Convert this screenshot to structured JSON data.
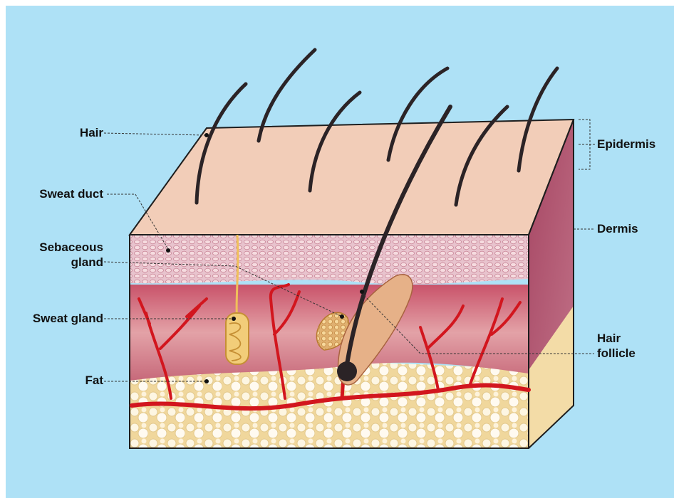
{
  "colors": {
    "background": "#aee1f6",
    "epidermis": "#f1cdb9",
    "dermis": "#d98d96",
    "dermis_dark": "#b84e66",
    "fat": "#f5e3b6",
    "blood_vessel": "#d2161e",
    "hair": "#2b2326",
    "sweat_gland": "#f2cd79"
  },
  "labels": {
    "hair": "Hair",
    "sweat_duct": "Sweat duct",
    "sebaceous_line1": "Sebaceous",
    "sebaceous_line2": "gland",
    "sweat_gland": "Sweat gland",
    "fat": "Fat",
    "epidermis": "Epidermis",
    "dermis": "Dermis",
    "hair_follicle_line1": "Hair",
    "hair_follicle_line2": "follicle"
  }
}
